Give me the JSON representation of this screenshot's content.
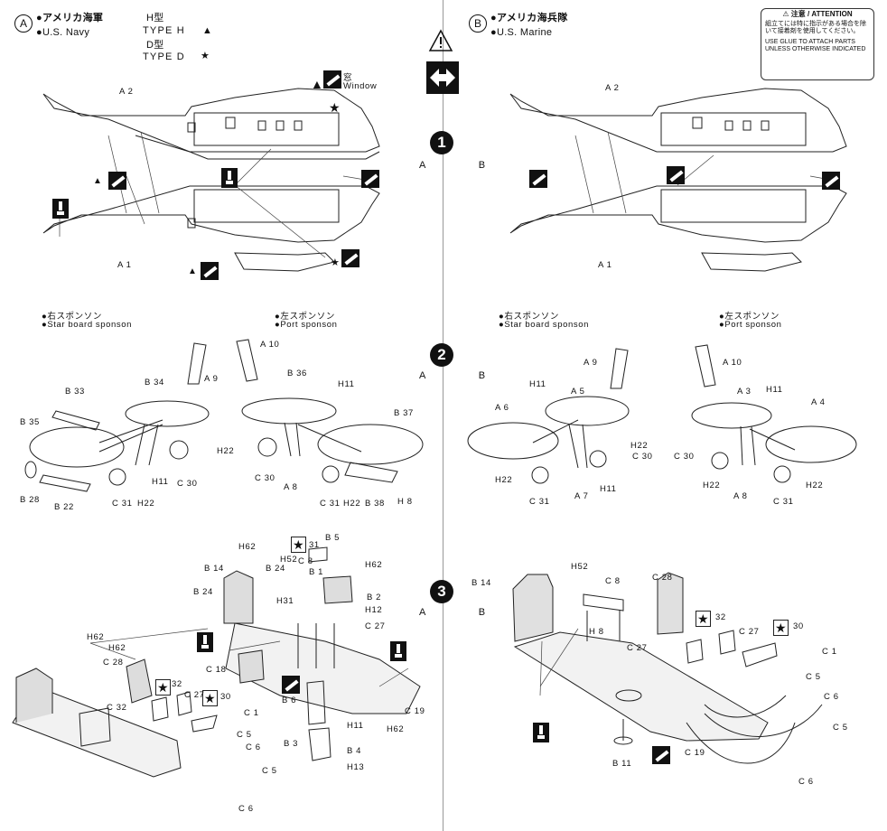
{
  "header_left": {
    "circle": "A",
    "jp": "●アメリカ海軍",
    "en": "●U.S. Navy",
    "h_jp": "H型",
    "h_en": "TYPE H",
    "h_mark": "▲",
    "d_jp": "D型",
    "d_en": "TYPE D",
    "d_mark": "★"
  },
  "header_right": {
    "circle": "B",
    "jp": "●アメリカ海兵隊",
    "en": "●U.S. Marine"
  },
  "attention": {
    "title": "⚠ 注意 / ATTENTION",
    "jp": "組立てには特に指示がある場合を除いて接着剤を使用してください。",
    "en": "USE GLUE TO ATTACH PARTS UNLESS OTHERWISE INDICATED"
  },
  "steps": [
    "1",
    "2",
    "3"
  ],
  "ab_label": "A B",
  "step1": {
    "left": {
      "a2": "A 2",
      "a1": "A 1",
      "window_jp": "窓",
      "window_en": "Window"
    },
    "right": {
      "a2": "A 2",
      "a1": "A 1"
    }
  },
  "step2": {
    "starboard_jp": "●右スポンソン",
    "starboard_en": "●Star board  sponson",
    "port_jp": "●左スポンソン",
    "port_en": "●Port sponson",
    "left_labels": [
      "A 10",
      "B 34",
      "A 9",
      "B 36",
      "H11",
      "B 33",
      "B 37",
      "B 35",
      "H22",
      "C 30",
      "C 30",
      "H11",
      "A 8",
      "B 28",
      "B 22",
      "C 31",
      "H22",
      "C 31",
      "H22",
      "B 38",
      "H 8"
    ],
    "right_labels": [
      "A 9",
      "A 10",
      "H11",
      "A 5",
      "A 3",
      "H11",
      "A 6",
      "A 4",
      "H22",
      "C 30",
      "C 30",
      "H22",
      "A 7",
      "H11",
      "C 31",
      "H22",
      "A 8",
      "H22",
      "C 31"
    ]
  },
  "step3": {
    "left_labels": [
      "H62",
      "B 5",
      "31",
      "H62",
      "B 14",
      "B 24",
      "H52",
      "C 8",
      "H62",
      "B 24",
      "B 1",
      "H31",
      "B 2",
      "H12",
      "C 27",
      "H62",
      "C 28",
      "C 18",
      "B 6",
      "32",
      "C 27",
      "30",
      "C 32",
      "C 1",
      "C 19",
      "H11",
      "H62",
      "C 5",
      "C 6",
      "B 3",
      "B 4",
      "C 5",
      "H13",
      "C 6"
    ],
    "right_labels": [
      "H52",
      "B 14",
      "C 8",
      "C 28",
      "H 8",
      "32",
      "C 27",
      "30",
      "C 27",
      "C 1",
      "C 5",
      "C 6",
      "C 5",
      "B 11",
      "C 19",
      "C 6"
    ]
  }
}
